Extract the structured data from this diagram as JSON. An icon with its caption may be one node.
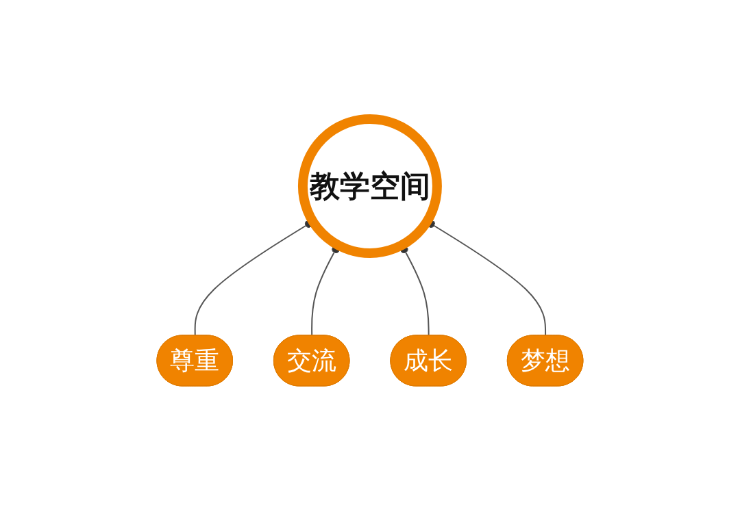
{
  "diagram": {
    "nodes": [
      {
        "text": [
          "教学空间"
        ]
      },
      {
        "text": [
          "尊重"
        ]
      },
      {
        "text": [
          "交流"
        ]
      },
      {
        "text": [
          "成长"
        ]
      },
      {
        "text": [
          "梦想"
        ]
      }
    ],
    "edges": [
      {
        "from": 1,
        "to": 0,
        "arrow": "other"
      },
      {
        "from": 2,
        "to": 0,
        "arrow": "other"
      },
      {
        "from": 3,
        "to": 0,
        "arrow": "other"
      },
      {
        "from": 4,
        "to": 0,
        "arrow": "other"
      }
    ]
  }
}
